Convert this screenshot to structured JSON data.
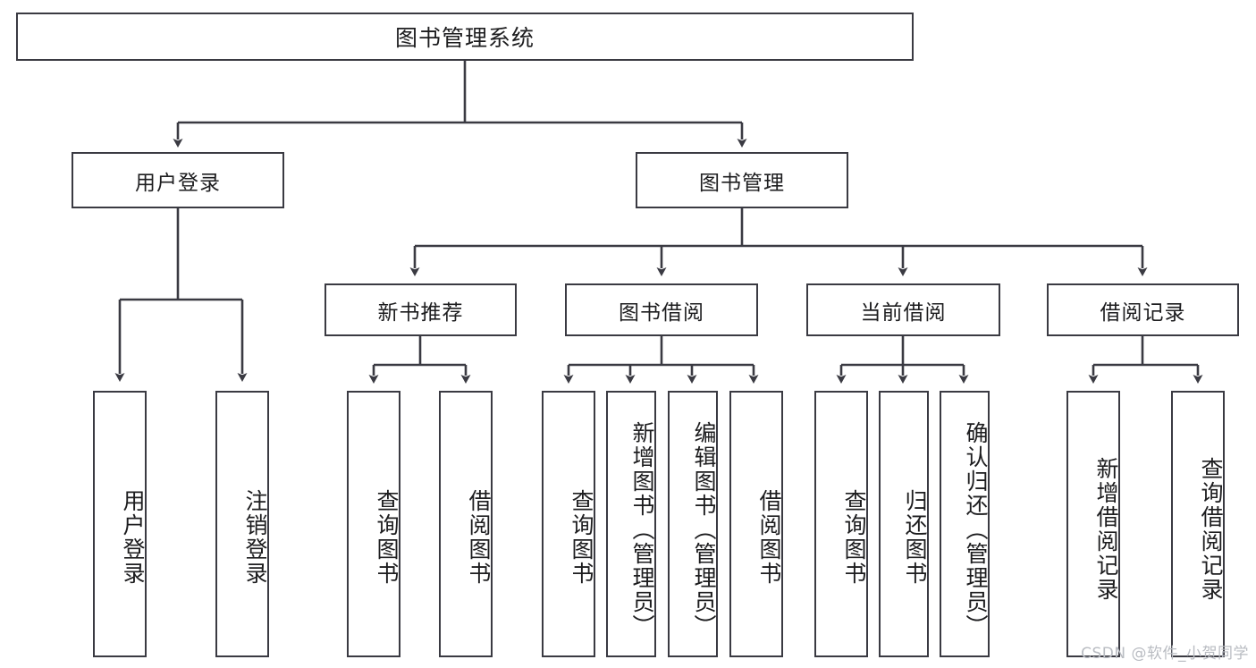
{
  "diagram": {
    "title": "图书管理系统",
    "type": "hierarchy-tree",
    "stroke_color": "#3a3a42",
    "background_color": "#ffffff",
    "text_color": "#1d1d1f",
    "levels": 4
  },
  "root": {
    "label": "图书管理系统"
  },
  "level2": [
    {
      "label": "用户登录"
    },
    {
      "label": "图书管理"
    }
  ],
  "level3": [
    {
      "label": "新书推荐"
    },
    {
      "label": "图书借阅"
    },
    {
      "label": "当前借阅"
    },
    {
      "label": "借阅记录"
    }
  ],
  "leaves": {
    "user_login": [
      {
        "label": "用户登录"
      },
      {
        "label": "注销登录"
      }
    ],
    "new_book_recommend": [
      {
        "label": "查询图书"
      },
      {
        "label": "借阅图书"
      }
    ],
    "book_borrow": [
      {
        "label": "查询图书"
      },
      {
        "label": "新增图书（管理员）"
      },
      {
        "label": "编辑图书（管理员）"
      },
      {
        "label": "借阅图书"
      }
    ],
    "current_borrow": [
      {
        "label": "查询图书"
      },
      {
        "label": "归还图书"
      },
      {
        "label": "确认归还（管理员）"
      }
    ],
    "borrow_record": [
      {
        "label": "新增借阅记录"
      },
      {
        "label": "查询借阅记录"
      }
    ]
  },
  "watermark": {
    "text": "CSDN @软件_小贺同学"
  }
}
